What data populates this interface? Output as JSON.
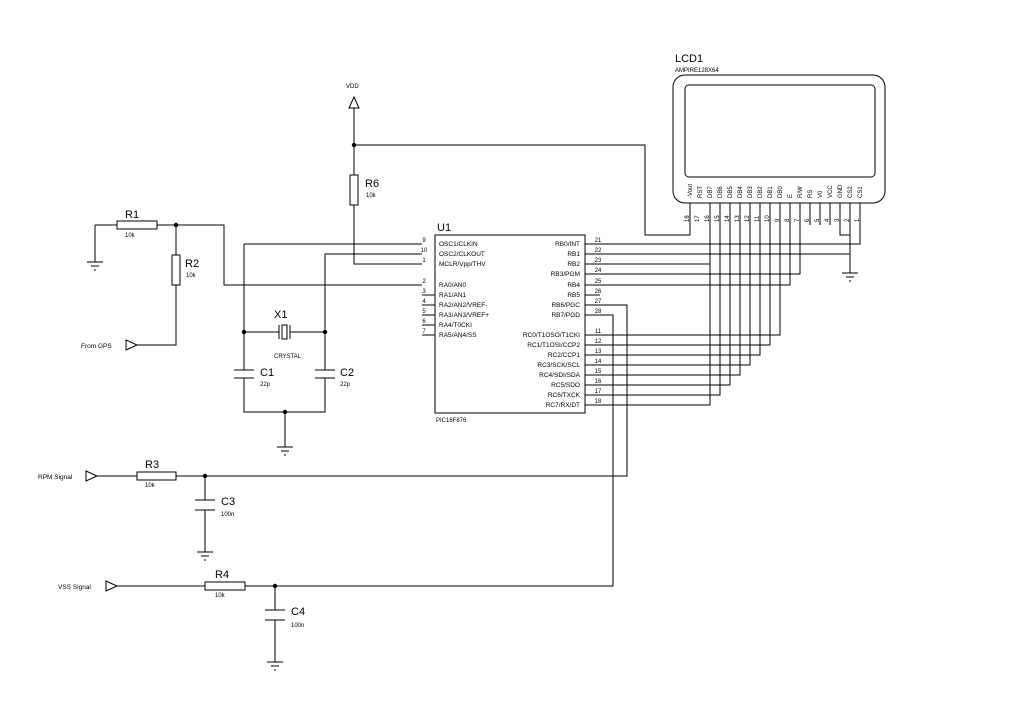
{
  "power": {
    "vdd": "VDD"
  },
  "mcu": {
    "ref": "U1",
    "part": "PIC16F876",
    "left_pins": [
      {
        "name": "OSC1/CLKIN",
        "num": "9"
      },
      {
        "name": "OSC2/CLKOUT",
        "num": "10"
      },
      {
        "name": "MCLR/Vpp/THV",
        "num": "1"
      },
      {
        "name": "RA0/AN0",
        "num": "2"
      },
      {
        "name": "RA1/AN1",
        "num": "3"
      },
      {
        "name": "RA2/AN2/VREF-",
        "num": "4"
      },
      {
        "name": "RA3/AN3/VREF+",
        "num": "5"
      },
      {
        "name": "RA4/T0CKI",
        "num": "6"
      },
      {
        "name": "RA5/AN4/SS",
        "num": "7"
      }
    ],
    "right_pins": [
      {
        "name": "RB0/INT",
        "num": "21"
      },
      {
        "name": "RB1",
        "num": "22"
      },
      {
        "name": "RB2",
        "num": "23"
      },
      {
        "name": "RB3/PGM",
        "num": "24"
      },
      {
        "name": "RB4",
        "num": "25"
      },
      {
        "name": "RB5",
        "num": "26"
      },
      {
        "name": "RB6/PGC",
        "num": "27"
      },
      {
        "name": "RB7/PGD",
        "num": "28"
      },
      {
        "name": "RC0/T1OSO/T1CKI",
        "num": "11"
      },
      {
        "name": "RC1/T1OSI/CCP2",
        "num": "12"
      },
      {
        "name": "RC2/CCP1",
        "num": "13"
      },
      {
        "name": "RC3/SCK/SCL",
        "num": "14"
      },
      {
        "name": "RC4/SDI/SDA",
        "num": "15"
      },
      {
        "name": "RC5/SDO",
        "num": "16"
      },
      {
        "name": "RC6/TXCK",
        "num": "17"
      },
      {
        "name": "RC7/RX/DT",
        "num": "18"
      }
    ]
  },
  "lcd": {
    "ref": "LCD1",
    "part": "AMPIRE128X64",
    "pins": [
      {
        "name": "-Vout",
        "num": "18"
      },
      {
        "name": "RST",
        "num": "17"
      },
      {
        "name": "DB7",
        "num": "16"
      },
      {
        "name": "DB6",
        "num": "15"
      },
      {
        "name": "DB5",
        "num": "14"
      },
      {
        "name": "DB4",
        "num": "13"
      },
      {
        "name": "DB3",
        "num": "12"
      },
      {
        "name": "DB2",
        "num": "11"
      },
      {
        "name": "DB1",
        "num": "10"
      },
      {
        "name": "DB0",
        "num": "9"
      },
      {
        "name": "E",
        "num": "8"
      },
      {
        "name": "R/W",
        "num": "7"
      },
      {
        "name": "RS",
        "num": "6"
      },
      {
        "name": "V0",
        "num": "5"
      },
      {
        "name": "VCC",
        "num": "4"
      },
      {
        "name": "GND",
        "num": "3"
      },
      {
        "name": "CS2",
        "num": "2"
      },
      {
        "name": "CS1",
        "num": "1"
      }
    ]
  },
  "components": {
    "r1": {
      "ref": "R1",
      "value": "10k"
    },
    "r2": {
      "ref": "R2",
      "value": "10k"
    },
    "r3": {
      "ref": "R3",
      "value": "10k"
    },
    "r4": {
      "ref": "R4",
      "value": "10k"
    },
    "r6": {
      "ref": "R6",
      "value": "10k"
    },
    "x1": {
      "ref": "X1",
      "value": "CRYSTAL"
    },
    "c1": {
      "ref": "C1",
      "value": "22p"
    },
    "c2": {
      "ref": "C2",
      "value": "22p"
    },
    "c3": {
      "ref": "C3",
      "value": "100n"
    },
    "c4": {
      "ref": "C4",
      "value": "100n"
    }
  },
  "signals": {
    "gps": "From GPS",
    "rpm": "RPM Signal",
    "vss": "VSS Signal"
  }
}
